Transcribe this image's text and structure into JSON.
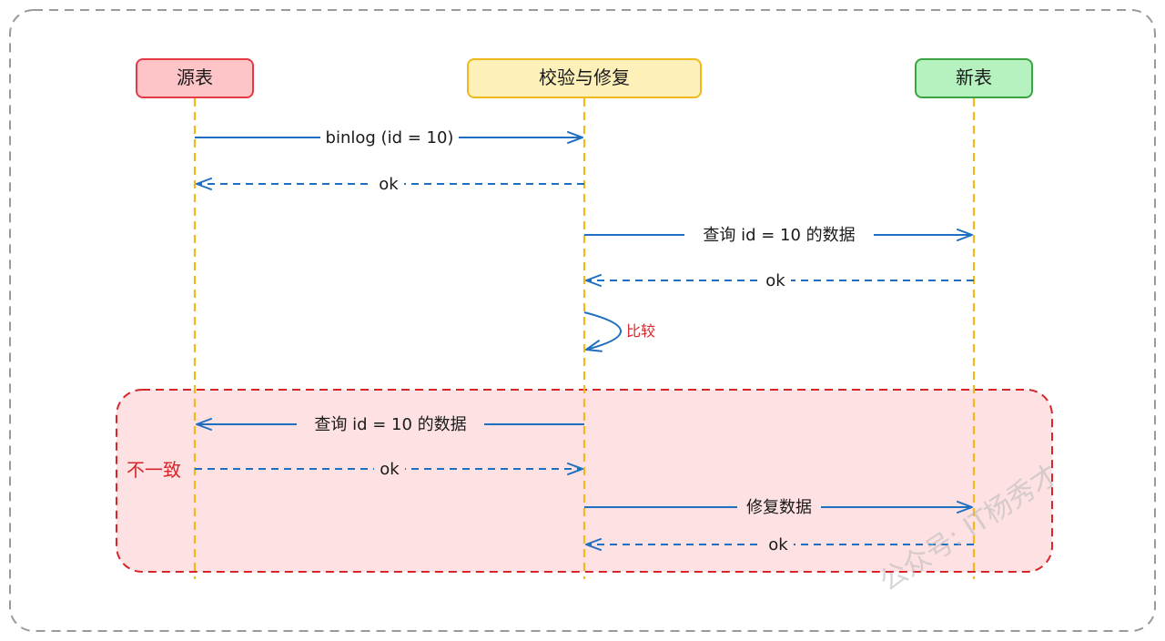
{
  "diagram": {
    "actors": [
      {
        "id": "source",
        "label": "源表",
        "fill": "#fdc5c8",
        "stroke": "#e33a45"
      },
      {
        "id": "checker",
        "label": "校验与修复",
        "fill": "#fdf0b9",
        "stroke": "#f1b81b"
      },
      {
        "id": "target",
        "label": "新表",
        "fill": "#b5f2c0",
        "stroke": "#3aa443"
      }
    ],
    "messages": [
      {
        "from": "source",
        "to": "checker",
        "label": "binlog (id = 10)",
        "style": "solid"
      },
      {
        "from": "checker",
        "to": "source",
        "label": "ok",
        "style": "dashed"
      },
      {
        "from": "checker",
        "to": "target",
        "label": "查询 id = 10 的数据",
        "style": "solid"
      },
      {
        "from": "target",
        "to": "checker",
        "label": "ok",
        "style": "dashed"
      },
      {
        "from": "checker",
        "to": "source",
        "label": "查询 id = 10 的数据",
        "style": "solid"
      },
      {
        "from": "source",
        "to": "checker",
        "label": "ok",
        "style": "dashed"
      },
      {
        "from": "checker",
        "to": "target",
        "label": "修复数据",
        "style": "solid"
      },
      {
        "from": "target",
        "to": "checker",
        "label": "ok",
        "style": "dashed"
      }
    ],
    "self_message": {
      "actor": "checker",
      "label": "比较"
    },
    "region": {
      "label": "不一致",
      "fill": "#fde1e3",
      "stroke": "#d6262a"
    },
    "watermark": "公众号: IT杨秀才",
    "colors": {
      "arrow": "#1f6fc0",
      "lifeline": "#f1b81b",
      "frame": "#9a9a9a"
    }
  }
}
